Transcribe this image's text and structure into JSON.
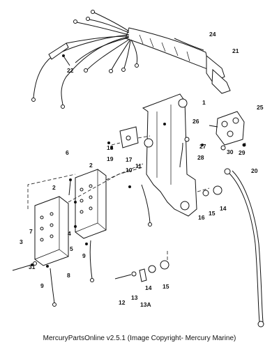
{
  "footer": {
    "text": "MercuryPartsOnline v2.5.1 (Image Copyright- Mercury Marine)"
  },
  "callouts": {
    "c1": "1",
    "c2a": "2",
    "c2b": "2",
    "c3": "3",
    "c4": "4",
    "c5": "5",
    "c6": "6",
    "c7": "7",
    "c8": "8",
    "c9a": "9",
    "c9b": "9",
    "c10": "10",
    "c11": "11",
    "c12": "12",
    "c13": "13",
    "c13a": "13A",
    "c14a": "14",
    "c14b": "14",
    "c15a": "15",
    "c15b": "15",
    "c16": "16",
    "c17": "17",
    "c18": "18",
    "c19": "19",
    "c20": "20",
    "c21": "21",
    "c22": "22",
    "c24": "24",
    "c25": "25",
    "c26": "26",
    "c27": "27",
    "c28": "28",
    "c29": "29",
    "c30": "30",
    "c31": "31"
  }
}
